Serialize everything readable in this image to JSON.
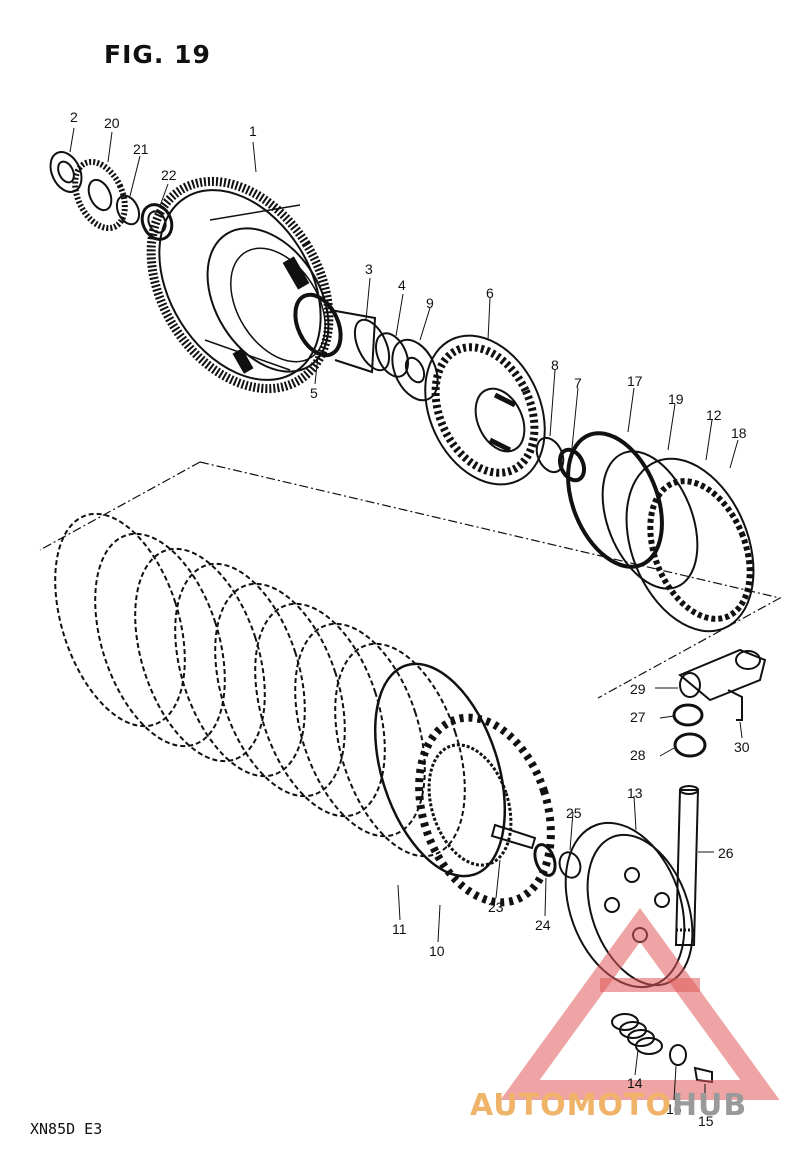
{
  "figure": {
    "title": "FIG. 19",
    "model_code": "XN85D E3"
  },
  "watermark": {
    "part1": "AUTOMOTO",
    "part2": "HUB",
    "color_orange": "#f0b36a",
    "color_gray": "#9a9a9a",
    "triangle_color": "#e05a5a"
  },
  "callouts": [
    "1",
    "2",
    "3",
    "4",
    "5",
    "6",
    "7",
    "8",
    "9",
    "10",
    "11",
    "12",
    "13",
    "14",
    "15",
    "16",
    "17",
    "18",
    "19",
    "20",
    "21",
    "22",
    "23",
    "24",
    "25",
    "26",
    "27",
    "28",
    "29",
    "30"
  ]
}
